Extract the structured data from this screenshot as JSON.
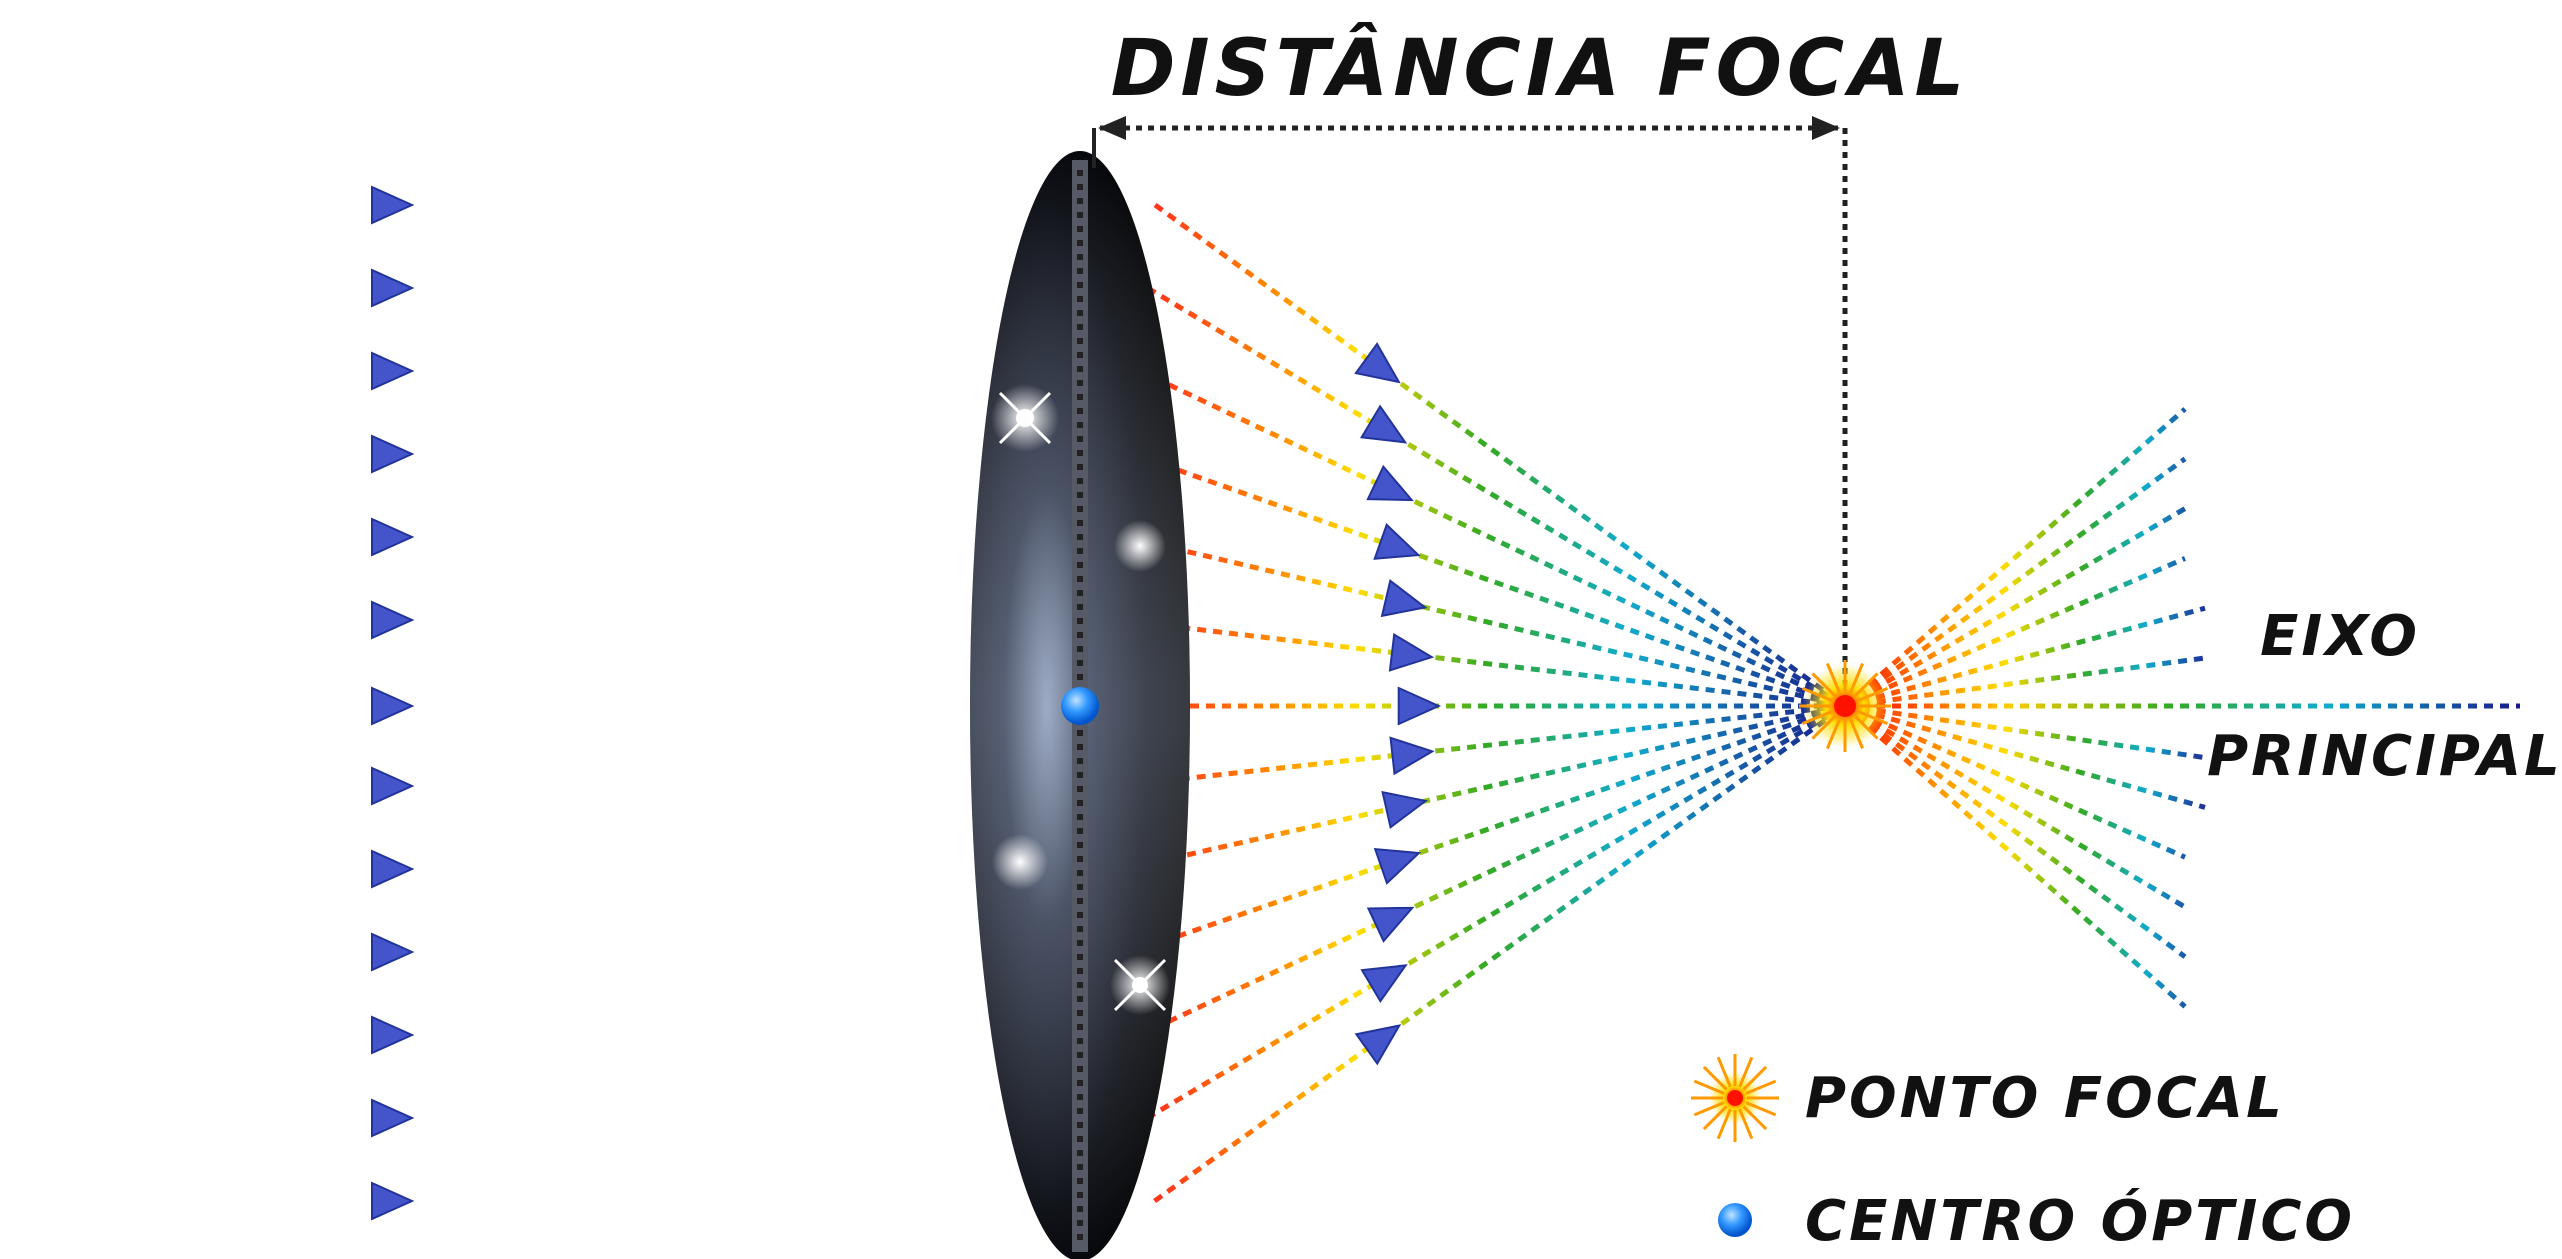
{
  "title": "DISTÂNCIA FOCAL",
  "axis_label_line1": "EIXO",
  "axis_label_line2": "PRINCIPAL",
  "legend": {
    "focal_point": "PONTO FOCAL",
    "optical_center": "CENTRO ÓPTICO"
  },
  "colors": {
    "ray_gradient": [
      "#ff2222",
      "#ff8800",
      "#ffdd00",
      "#33aa22",
      "#11aacc",
      "#2233aa",
      "#663399"
    ],
    "lens_dark": "#0b0d14",
    "lens_light": "#aab8d0",
    "arrow": "#4455cc",
    "optical_center": "#3399ff",
    "focal_point": "#ff2200",
    "focal_rays": "#ff9900",
    "dimension_line": "#222222"
  },
  "icons": [
    "arrow-head-icon",
    "focal-point-star-icon",
    "optical-center-dot-icon"
  ]
}
